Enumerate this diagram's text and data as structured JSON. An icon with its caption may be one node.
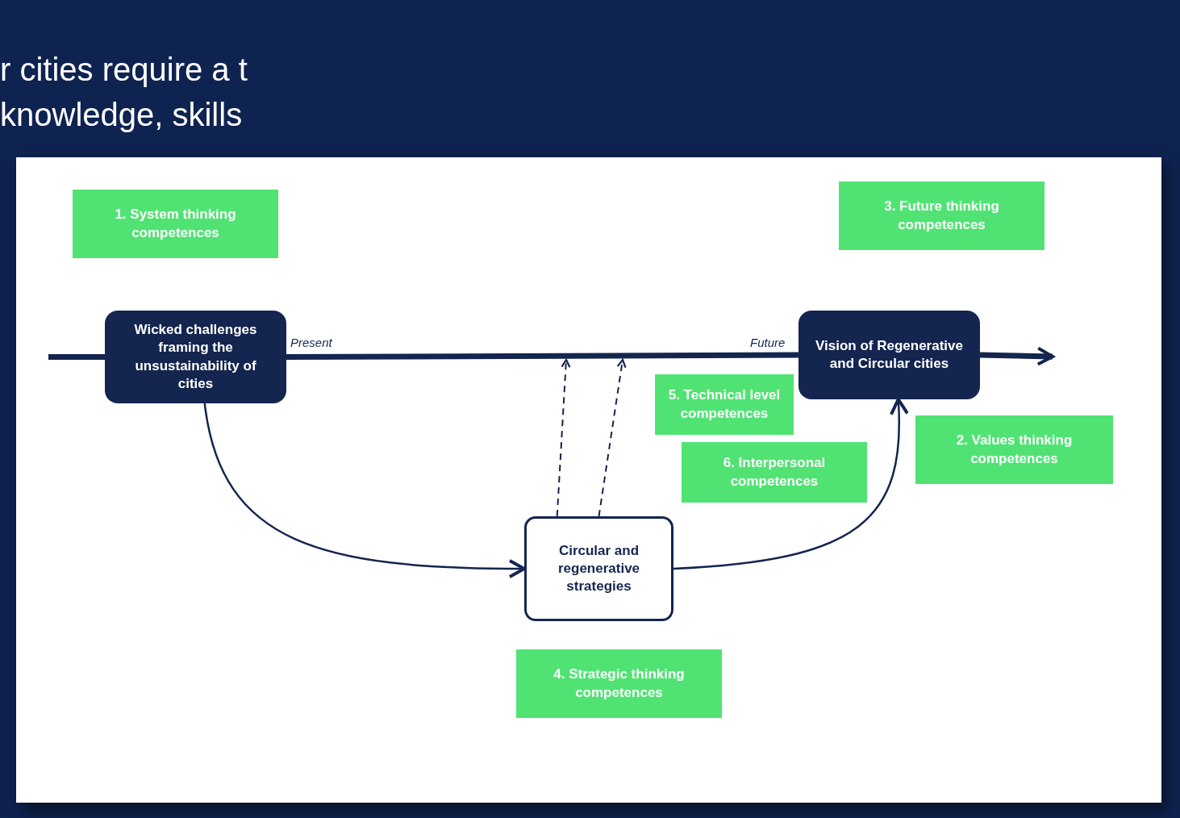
{
  "diagram": {
    "nodes": [
      {
        "text": [
          "1. System thinking competences"
        ]
      },
      {
        "text": [
          "Wicked challenges framing the unsustainability of cities"
        ]
      },
      {
        "text": [
          "Vision of Regenerative and Circular cities"
        ]
      },
      {
        "text": [
          "3. Future thinking competences"
        ]
      },
      {
        "text": [
          "5. Technical level competences"
        ]
      },
      {
        "text": [
          "2. Values thinking competences"
        ]
      },
      {
        "text": [
          "6. Interpersonal competences"
        ]
      },
      {
        "text": [
          "Circular and regenerative strategies"
        ]
      },
      {
        "text": [
          "4. Strategic thinking competences"
        ]
      }
    ],
    "edges": [
      {
        "from": null,
        "to": 1,
        "arrow": "none",
        "style": "thick"
      },
      {
        "from": 1,
        "to": 2,
        "arrow": "none",
        "style": "thick"
      },
      {
        "from": 2,
        "to": null,
        "arrow": "to",
        "style": "thick"
      },
      {
        "from": 1,
        "to": 7,
        "arrow": "to"
      },
      {
        "from": 7,
        "to": 2,
        "arrow": "to"
      },
      {
        "from": 7,
        "to": null,
        "arrow": "to",
        "style": "dashed"
      },
      {
        "from": 7,
        "to": null,
        "arrow": "to",
        "style": "dashed"
      }
    ],
    "labels": [
      "r cities require a t knowledge, skills",
      "Present",
      "Future"
    ]
  }
}
